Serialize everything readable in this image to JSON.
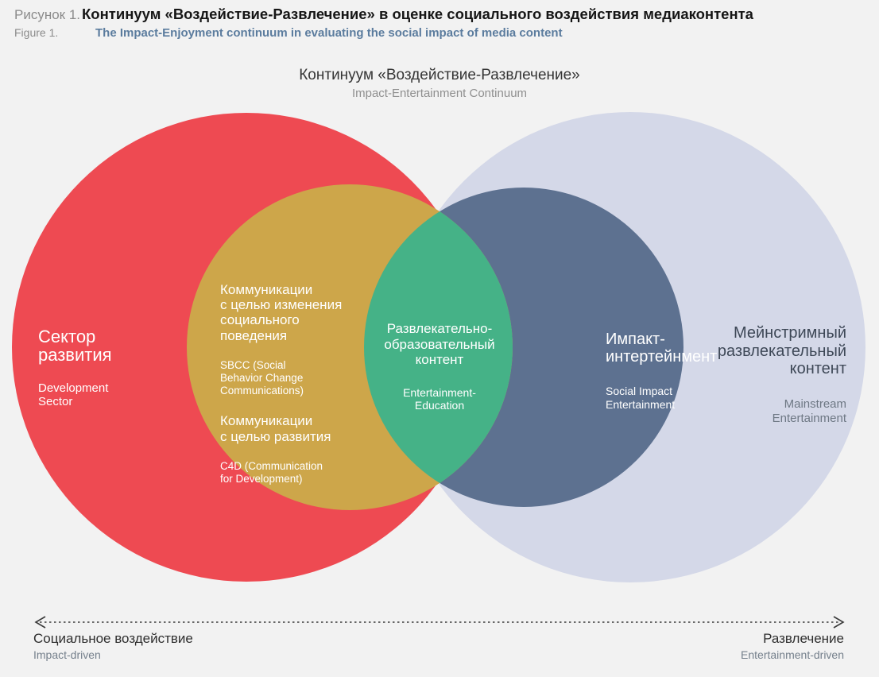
{
  "background_color": "#F2F2F2",
  "header": {
    "figure_label_ru": "Рисунок 1.",
    "title_ru": "Континуум «Воздействие-Развлечение» в оценке социального воздействия медиаконтента",
    "figure_label_en": "Figure 1.",
    "title_en": "The Impact-Enjoyment continuum in evaluating the social impact of media content"
  },
  "diagram": {
    "title_ru": "Континуум «Воздействие-Развлечение»",
    "title_en": "Impact-Entertainment Continuum",
    "circles": {
      "development": {
        "label_ru": "Сектор\nразвития",
        "label_en": "Development\nSector",
        "color": "#EE4A52"
      },
      "communications": {
        "label_ru_1": "Коммуникации\nс целью изменения\nсоциального\nповедения",
        "label_en_1": "SBCC (Social\nBehavior Change\nCommunications)",
        "label_ru_2": "Коммуникации\nс целью развития",
        "label_en_2": "C4D (Communication\nfor Development)",
        "color": "#CDA64A"
      },
      "entertainment_education": {
        "label_ru": "Развлекательно-\nобразовательный\nконтент",
        "label_en": "Entertainment-\nEducation",
        "color": "#45B287"
      },
      "social_impact_entertainment": {
        "label_ru": "Импакт-\nинтертейнмент",
        "label_en": "Social Impact\nEntertainment",
        "color": "#5D7190"
      },
      "mainstream": {
        "label_ru": "Мейнстримный\nразвлекательный\nконтент",
        "label_en": "Mainstream\nEntertainment",
        "color": "#D4D8E8"
      }
    },
    "axis": {
      "left_label_ru": "Социальное воздействие",
      "left_label_en": "Impact-driven",
      "right_label_ru": "Развлечение",
      "right_label_en": "Entertainment-driven"
    }
  }
}
